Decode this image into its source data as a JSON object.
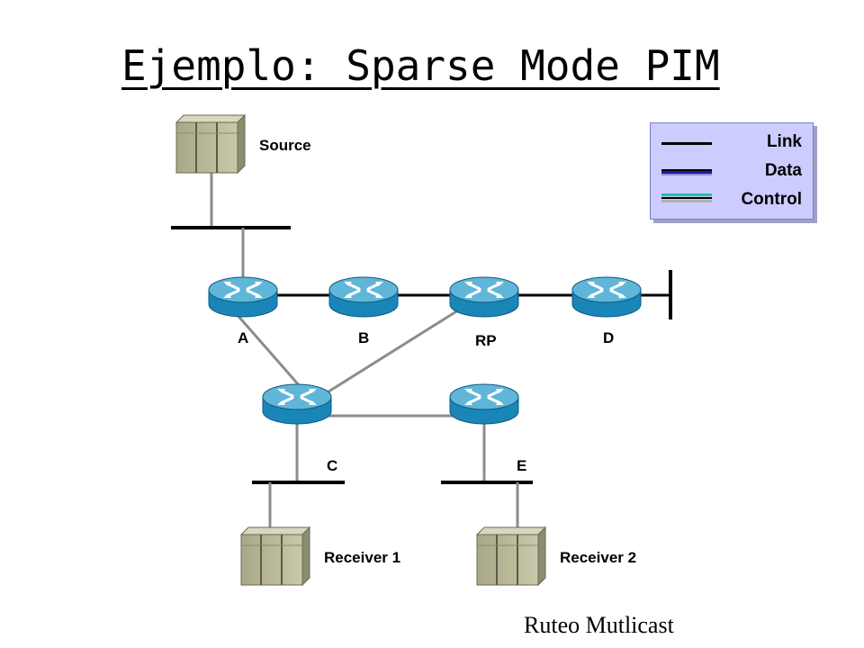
{
  "title": "Ejemplo: Sparse Mode PIM",
  "footer": "Ruteo Mutlicast",
  "legend": {
    "items": [
      {
        "label": "Link",
        "color": "#000000"
      },
      {
        "label": "Data",
        "color": "#1a1aa8"
      },
      {
        "label": "Control",
        "color": "#20c0b0"
      }
    ]
  },
  "nodes": {
    "source": {
      "label": "Source"
    },
    "router_a": {
      "label": "A"
    },
    "router_b": {
      "label": "B"
    },
    "router_rp": {
      "label": "RP"
    },
    "router_d": {
      "label": "D"
    },
    "router_c": {
      "label": "C"
    },
    "router_e": {
      "label": "E"
    },
    "receiver1": {
      "label": "Receiver 1"
    },
    "receiver2": {
      "label": "Receiver 2"
    }
  },
  "colors": {
    "router_top": "#5fb6d8",
    "router_side": "#1a86b8",
    "server_body": "#b8b89a",
    "link_gray": "#8c8c8c"
  }
}
